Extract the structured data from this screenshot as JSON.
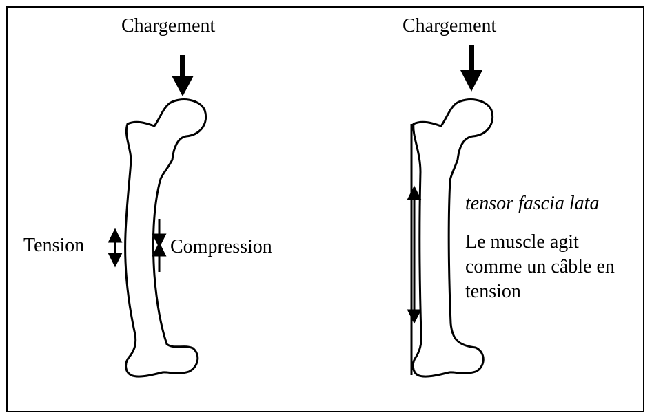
{
  "left_figure": {
    "load_label": "Chargement",
    "tension_label": "Tension",
    "compression_label": "Compression"
  },
  "right_figure": {
    "load_label": "Chargement",
    "muscle_name": "tensor fascia lata",
    "caption_line1": "Le muscle agit",
    "caption_line2": "comme un câble en",
    "caption_line3": "tension"
  }
}
